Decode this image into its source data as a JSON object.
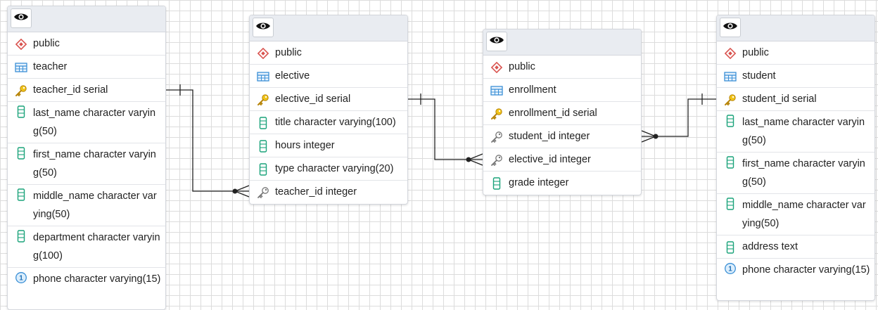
{
  "tables": [
    {
      "id": "teacher",
      "rows": [
        {
          "icon": "schema-icon",
          "text": "public"
        },
        {
          "icon": "table-icon",
          "text": "teacher"
        },
        {
          "icon": "primary-key-icon",
          "text": "teacher_id serial"
        },
        {
          "icon": "column-icon",
          "text": "last_name character varying(50)"
        },
        {
          "icon": "column-icon",
          "text": "first_name character varying(50)"
        },
        {
          "icon": "column-icon",
          "text": "middle_name character varying(50)"
        },
        {
          "icon": "column-icon",
          "text": "department character varying(100)"
        },
        {
          "icon": "unique-icon",
          "text": "phone character varying(15)"
        }
      ]
    },
    {
      "id": "elective",
      "rows": [
        {
          "icon": "schema-icon",
          "text": "public"
        },
        {
          "icon": "table-icon",
          "text": "elective"
        },
        {
          "icon": "primary-key-icon",
          "text": "elective_id serial"
        },
        {
          "icon": "column-icon",
          "text": "title character varying(100)"
        },
        {
          "icon": "column-icon",
          "text": "hours integer"
        },
        {
          "icon": "column-icon",
          "text": "type character varying(20)"
        },
        {
          "icon": "foreign-key-icon",
          "text": "teacher_id integer"
        }
      ]
    },
    {
      "id": "enrollment",
      "rows": [
        {
          "icon": "schema-icon",
          "text": "public"
        },
        {
          "icon": "table-icon",
          "text": "enrollment"
        },
        {
          "icon": "primary-key-icon",
          "text": "enrollment_id serial"
        },
        {
          "icon": "foreign-key-icon",
          "text": "student_id integer"
        },
        {
          "icon": "foreign-key-icon",
          "text": "elective_id integer"
        },
        {
          "icon": "column-icon",
          "text": "grade integer"
        }
      ]
    },
    {
      "id": "student",
      "rows": [
        {
          "icon": "schema-icon",
          "text": "public"
        },
        {
          "icon": "table-icon",
          "text": "student"
        },
        {
          "icon": "primary-key-icon",
          "text": "student_id serial"
        },
        {
          "icon": "column-icon",
          "text": "last_name character varying(50)"
        },
        {
          "icon": "column-icon",
          "text": "first_name character varying(50)"
        },
        {
          "icon": "column-icon",
          "text": "middle_name character varying(50)"
        },
        {
          "icon": "column-icon",
          "text": "address text"
        },
        {
          "icon": "unique-icon",
          "text": "phone character varying(15)"
        }
      ]
    }
  ],
  "relations": [
    {
      "from": "teacher.teacher_id",
      "to": "elective.teacher_id",
      "type": "one-to-many"
    },
    {
      "from": "elective.elective_id",
      "to": "enrollment.elective_id",
      "type": "one-to-many"
    },
    {
      "from": "student.student_id",
      "to": "enrollment.student_id",
      "type": "one-to-many"
    }
  ]
}
